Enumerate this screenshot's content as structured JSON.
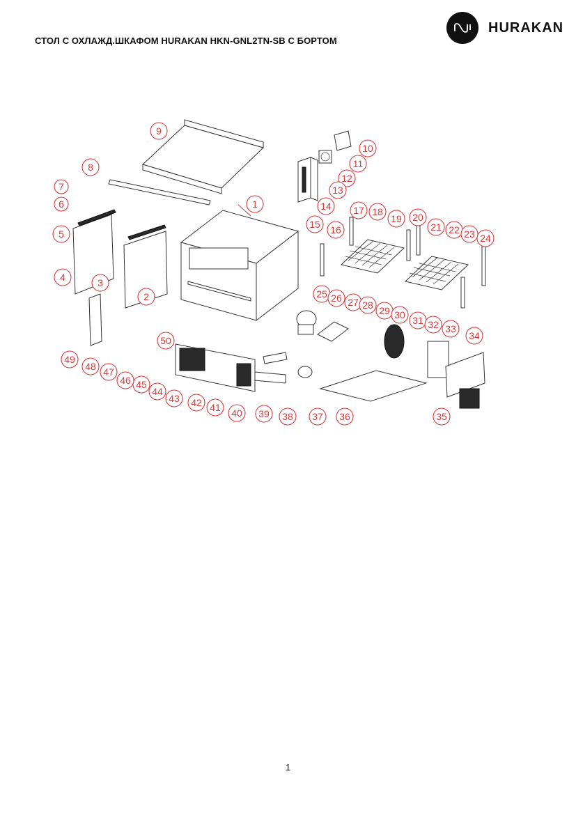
{
  "header": {
    "title": "СТОЛ С ОХЛАЖД.ШКАФОМ HURAKAN HKN-GNL2TN-SB С БОРТОМ",
    "brand": "HURAKAN"
  },
  "diagram": {
    "callouts": [
      "1",
      "2",
      "3",
      "4",
      "5",
      "6",
      "7",
      "8",
      "9",
      "10",
      "11",
      "12",
      "13",
      "14",
      "15",
      "16",
      "17",
      "18",
      "19",
      "20",
      "21",
      "22",
      "23",
      "24",
      "25",
      "26",
      "27",
      "28",
      "29",
      "30",
      "31",
      "32",
      "33",
      "34",
      "35",
      "36",
      "37",
      "38",
      "39",
      "40",
      "41",
      "42",
      "43",
      "44",
      "45",
      "46",
      "47",
      "48",
      "49",
      "50"
    ]
  },
  "footer": {
    "page_number": "1"
  }
}
